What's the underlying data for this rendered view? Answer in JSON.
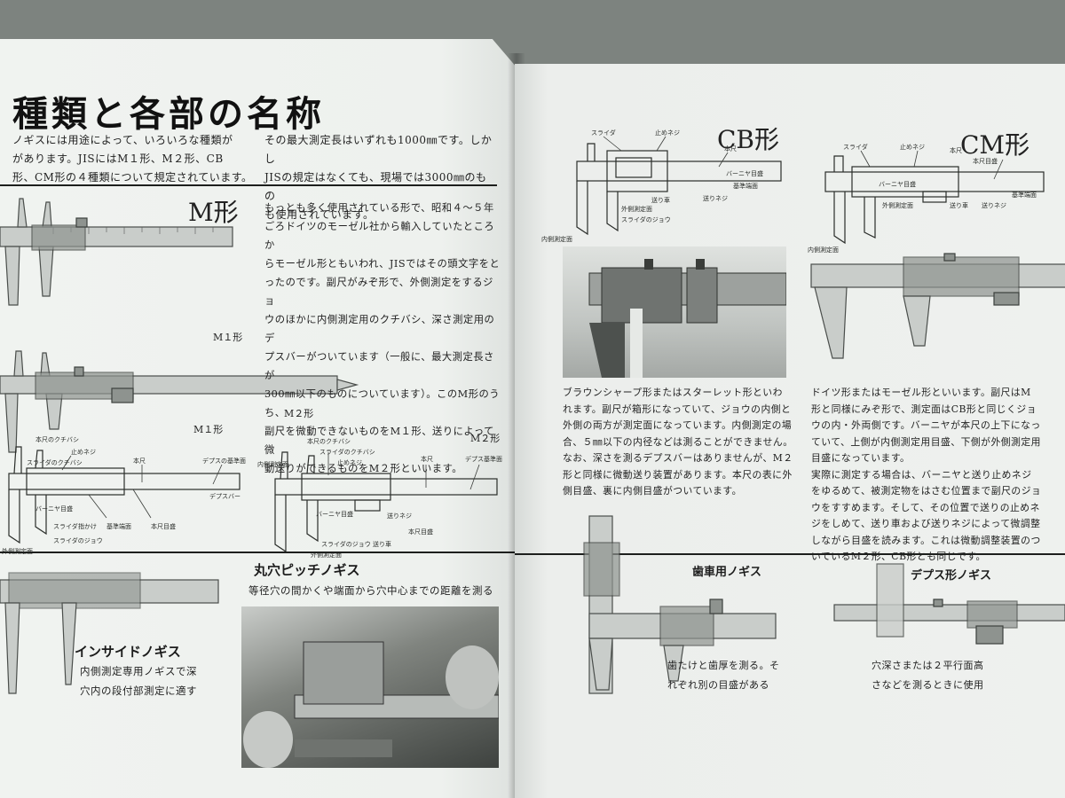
{
  "left_page": {
    "title": "種類と各部の名称",
    "intro_col1": [
      "ノギスには用途によって、いろいろな種類が",
      "があります。JISにはM１形、M２形、CB",
      "形、CM形の４種類について規定されています。"
    ],
    "intro_col2": [
      "その最大測定長はいずれも1000㎜です。しかし",
      "JISの規定はなくても、現場では3000㎜のもの",
      "も使用されています。"
    ],
    "m_type_label": "M形",
    "m_type_text": [
      "もっとも多く使用されている形で、昭和４～５年",
      "ごろドイツのモーゼル社から輸入していたところか",
      "らモーゼル形ともいわれ、JISではその頭文字をと",
      "ったのです。副尺がみぞ形で、外側測定をするジョ",
      "ウのほかに内側測定用のクチバシ、深さ測定用のデ",
      "プスバーがついています（一般に、最大測定長さが",
      "300㎜以下のものについています）。このM形のうち、",
      "副尺を微動できないものをM１形、送りによって微",
      "動送りができるものをM２形といいます。"
    ],
    "m1_photo_caption": "M１形",
    "m2_photo_caption": "M２形",
    "m1_diagram_label": "M１形",
    "m2_diagram_label": "M２形",
    "m1_parts": [
      "本尺のクチバシ",
      "スライダのクチバシ",
      "止めネジ",
      "本尺",
      "デプスの基準面",
      "バーニヤ目盛",
      "デプスバー",
      "スライダ",
      "指かけ",
      "基準端面",
      "本尺目盛",
      "スライダのジョウ",
      "外側測定面"
    ],
    "m2_parts": [
      "内側測定面",
      "本尺のクチバシ",
      "スライダのクチバシ",
      "止めネジ",
      "本尺",
      "デプス基準面",
      "バーニヤ目盛",
      "送りネジ",
      "本尺目盛",
      "スライダのジョウ",
      "送り車",
      "外側測定面"
    ],
    "inside_title": "インサイドノギス",
    "inside_text": [
      "内側測定専用ノギスで深",
      "穴内の段付部測定に適す"
    ],
    "pitch_title": "丸穴ピッチノギス",
    "pitch_text": "等径穴の間かくや端面から穴中心までの距離を測る"
  },
  "right_page": {
    "cb_label": "CB形",
    "cm_label": "CM形",
    "cb_parts": [
      "スライダ",
      "止めネジ",
      "本尺",
      "バーニヤ目盛",
      "基準端面",
      "送り車",
      "送りネジ",
      "外側測定面",
      "内側測定面",
      "スライダのジョウ"
    ],
    "cm_parts": [
      "スライダ",
      "止めネジ",
      "本尺",
      "本尺目盛",
      "バーニヤ目盛",
      "基準端面",
      "外側測定面",
      "送り車",
      "送りネジ",
      "内側測定面"
    ],
    "cb_text": [
      "ブラウンシャープ形またはスターレット形といわ",
      "れます。副尺が箱形になっていて、ジョウの内側と",
      "外側の両方が測定面になっています。内側測定の場",
      "合、５㎜以下の内径などは測ることができません。",
      "なお、深さを測るデプスバーはありませんが、M２",
      "形と同様に微動送り装置があります。本尺の表に外",
      "側目盛、裏に内側目盛がついています。"
    ],
    "cm_text": [
      "ドイツ形またはモーゼル形といいます。副尺はM",
      "形と同様にみぞ形で、測定面はCB形と同じくジョ",
      "ウの内・外両側です。バーニヤが本尺の上下になっ",
      "ていて、上側が内側測定用目盛、下側が外側測定用",
      "目盛になっています。",
      "実際に測定する場合は、バーニヤと送り止めネジ",
      "をゆるめて、被測定物をはさむ位置まで副尺のジョ",
      "ウをすすめます。そして、その位置で送りの止めネ",
      "ジをしめて、送り車および送りネジによって微調整",
      "しながら目盛を読みます。これは微動調整装置のつ",
      "いているM２形、CB形とも同じです。"
    ],
    "gear_title": "歯車用ノギス",
    "gear_text": [
      "歯たけと歯厚を測る。そ",
      "れぞれ別の目盛がある"
    ],
    "depth_title": "デプス形ノギス",
    "depth_text": [
      "穴深さまたは２平行面高",
      "さなどを測るときに使用"
    ]
  }
}
